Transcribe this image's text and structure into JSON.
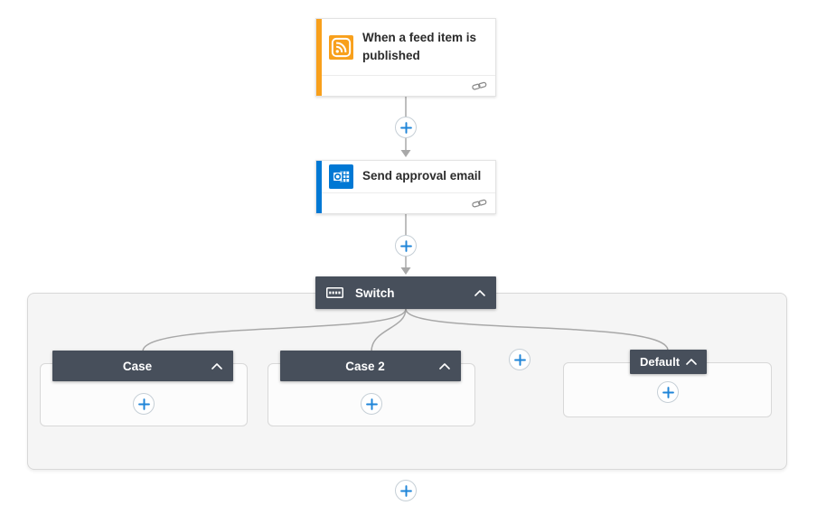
{
  "colors": {
    "trigger_accent": "#F8A01C",
    "action_accent": "#0078D4",
    "header_bg": "#474F5B",
    "plus_blue": "#1F85D8",
    "connector_gray": "#A8A8A8",
    "scope_bg": "#F5F5F5",
    "scope_border": "#D8D8D8",
    "card_border": "#E3E3E3",
    "case_bg": "#FCFCFC"
  },
  "trigger_card": {
    "title": "When a feed item is published",
    "icon": "rss-icon",
    "footer_icon": "connections-icon"
  },
  "action_card": {
    "title": "Send approval email",
    "icon": "outlook-icon",
    "footer_icon": "connections-icon"
  },
  "switch": {
    "title": "Switch",
    "icon": "switch-control-icon",
    "collapse_icon": "chevron-up-icon"
  },
  "cases": [
    {
      "title": "Case"
    },
    {
      "title": "Case 2"
    },
    {
      "title": "Default"
    }
  ],
  "buttons": {
    "insert_step": "plus-icon",
    "add_case": "plus-icon",
    "add_action_in_case": "plus-icon"
  }
}
